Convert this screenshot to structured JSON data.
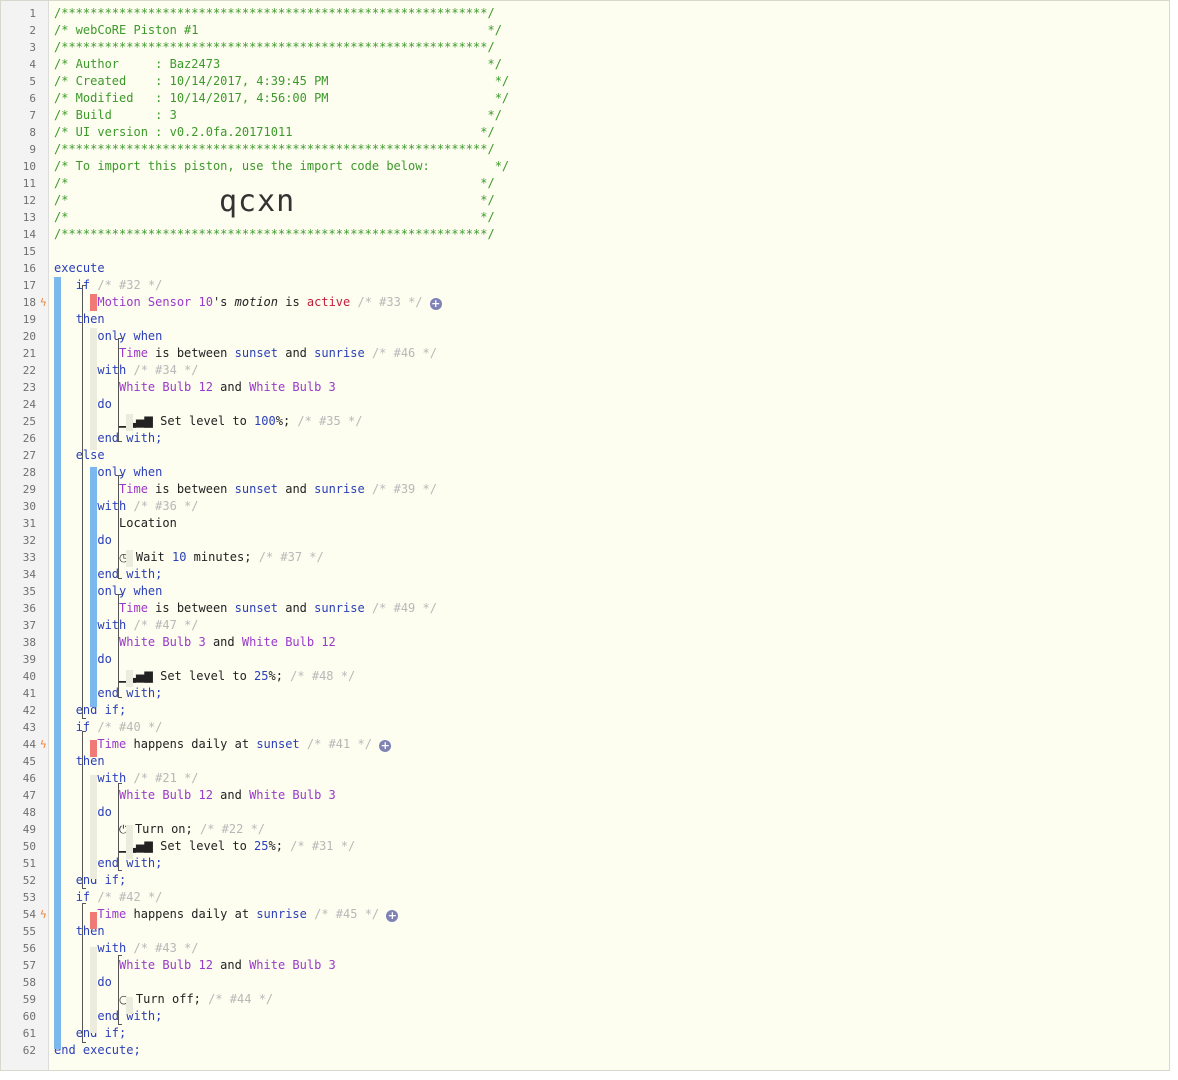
{
  "header": {
    "border": "/***********************************************************/",
    "title": "/* webCoRE Piston #1                                        */",
    "author": "/* Author     : Baz2473                                     */",
    "created": "/* Created    : 10/14/2017, 4:39:45 PM                       */",
    "modified": "/* Modified   : 10/14/2017, 4:56:00 PM                       */",
    "build": "/* Build      : 3                                           */",
    "ui_version": "/* UI version : v0.2.0fa.20171011                          */",
    "import_note": "/* To import this piston, use the import code below:         */",
    "blank_comment": "/*                                                         */",
    "import_code": "qcxn"
  },
  "keywords": {
    "execute": "execute",
    "if": "if",
    "then": "then",
    "else": "else",
    "only_when": "only when",
    "with": "with",
    "do": "do",
    "end_with": "end with;",
    "end_if": "end if;",
    "end_execute": "end execute;"
  },
  "statements": {
    "c32": "/* #32 */",
    "c33": "/* #33 */",
    "c46": "/* #46 */",
    "c34": "/* #34 */",
    "c35": "/* #35 */",
    "c39": "/* #39 */",
    "c36": "/* #36 */",
    "c37": "/* #37 */",
    "c49": "/* #49 */",
    "c47": "/* #47 */",
    "c48": "/* #48 */",
    "c40": "/* #40 */",
    "c41": "/* #41 */",
    "c21": "/* #21 */",
    "c22": "/* #22 */",
    "c31": "/* #31 */",
    "c42": "/* #42 */",
    "c45": "/* #45 */",
    "c43": "/* #43 */",
    "c44": "/* #44 */"
  },
  "devices": {
    "motion_sensor": "Motion Sensor 10",
    "white_bulb_12": "White Bulb 12",
    "white_bulb_3": "White Bulb 3",
    "time": "Time",
    "location": "Location"
  },
  "text": {
    "possessive": "'s ",
    "motion": "motion",
    "is": " is ",
    "active": "active",
    "is_between": " is between ",
    "sunset": "sunset",
    "and": " and ",
    "sunrise": "sunrise",
    "set_level_to": " Set level to ",
    "pct100": "100",
    "pct25": "25",
    "pct_semicolon": "%;",
    "wait": " Wait ",
    "ten": "10",
    "minutes": " minutes;",
    "happens_daily_at": " happens daily at ",
    "turn_on": " Turn on;",
    "turn_off": " Turn off;"
  },
  "colors": {
    "comment_green": "#3c9a2a",
    "keyword_blue": "#2a3fb8",
    "device_purple": "#9b39c9",
    "value_red": "#c0203a",
    "bar_blue": "#7ab8ee",
    "marker_red": "#f07b76",
    "bolt_orange": "#f0833a"
  },
  "icons": {
    "signal": "signal-bars-icon",
    "clock": "clock-icon",
    "power_on": "power-on-icon",
    "power_off": "power-off-icon",
    "plus": "add-condition-icon",
    "bolt": "trigger-bolt-icon"
  }
}
